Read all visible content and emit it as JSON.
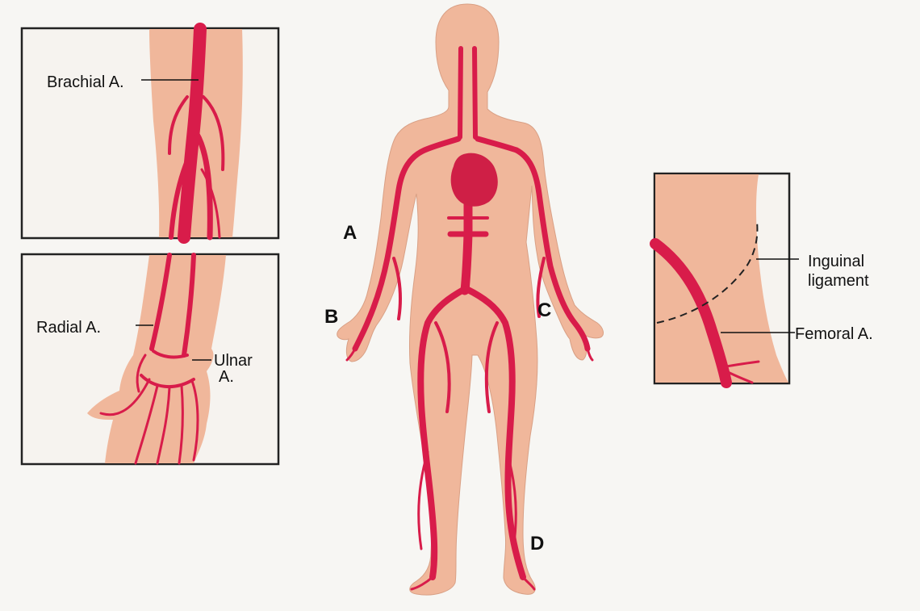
{
  "labels": {
    "brachial": "Brachial A.",
    "radial": "Radial A.",
    "ulnar_line1": "Ulnar",
    "ulnar_line2": "A.",
    "inguinal_line1": "Inguinal",
    "inguinal_line2": "ligament",
    "femoral": "Femoral A.",
    "point_a": "A",
    "point_b": "B",
    "point_c": "C",
    "point_d": "D"
  },
  "colors": {
    "skin": "#f0b79b",
    "artery": "#d81c4a",
    "heart": "#cf1f46",
    "frame": "#222222"
  }
}
